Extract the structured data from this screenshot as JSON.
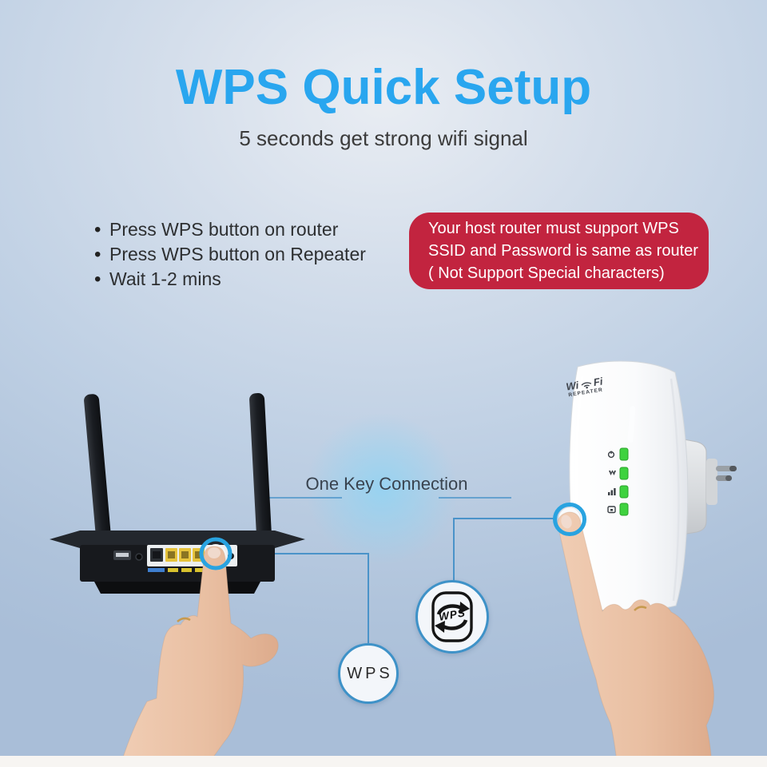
{
  "header": {
    "title": "WPS Quick Setup",
    "subtitle": "5 seconds get strong wifi signal"
  },
  "instructions": {
    "items": [
      "Press WPS button on router",
      "Press WPS button on Repeater",
      "Wait 1-2 mins"
    ]
  },
  "notice": {
    "lines": [
      "Your host router must support WPS",
      "SSID and Password is same as router",
      "( Not Support Special characters)"
    ],
    "background": "#c2243f",
    "text_color": "#ffffff"
  },
  "diagram": {
    "connection_label": "One Key Connection",
    "router_wps_badge": "WPS",
    "repeater_wps_badge": "WPS",
    "repeater_logo": {
      "wi": "Wi",
      "fi": "Fi",
      "subtitle": "REPEATER"
    },
    "led_indicator_count": 4
  },
  "icons": {
    "wifi": "wifi-icon",
    "wps_sync": "wps-sync-icon",
    "power_led": "power-led-icon",
    "wps_led": "wps-led-icon",
    "signal_led": "signal-led-icon",
    "lan_led": "lan-led-icon"
  },
  "colors": {
    "title_blue": "#29a6ef",
    "notice_red": "#c2243f",
    "led_green": "#3fd23f",
    "highlight_ring_blue": "#29a3e0",
    "connector_blue": "#4a93c9",
    "background_top": "#e9edf3",
    "background_bottom": "#a9bed8"
  }
}
